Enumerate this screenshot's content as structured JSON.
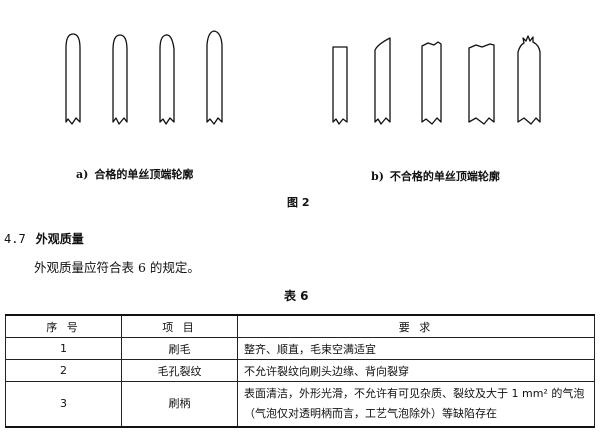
{
  "figure": {
    "caption_a_letter": "a)",
    "caption_a_text": "合格的单丝顶端轮廓",
    "caption_b_letter": "b)",
    "caption_b_text": "不合格的单丝顶端轮廓",
    "title": "图 2"
  },
  "section": {
    "number": "4.7",
    "heading": "外观质量",
    "paragraph": "外观质量应符合表 6 的规定。"
  },
  "table": {
    "title": "表 6",
    "headers": [
      "序  号",
      "项  目",
      "要  求"
    ],
    "rows": [
      {
        "no": "1",
        "item": "刷毛",
        "req": "整齐、顺直，毛束空满适宜"
      },
      {
        "no": "2",
        "item": "毛孔裂纹",
        "req": "不允许裂纹向刷头边缘、背向裂穿"
      },
      {
        "no": "3",
        "item": "刷柄",
        "req_line1": "表面清洁，外形光滑，不允许有可见杂质、裂纹及大于 1 mm² 的气泡",
        "req_line2": "（气泡仅对透明柄而言，工艺气泡除外）等缺陷存在"
      }
    ]
  }
}
